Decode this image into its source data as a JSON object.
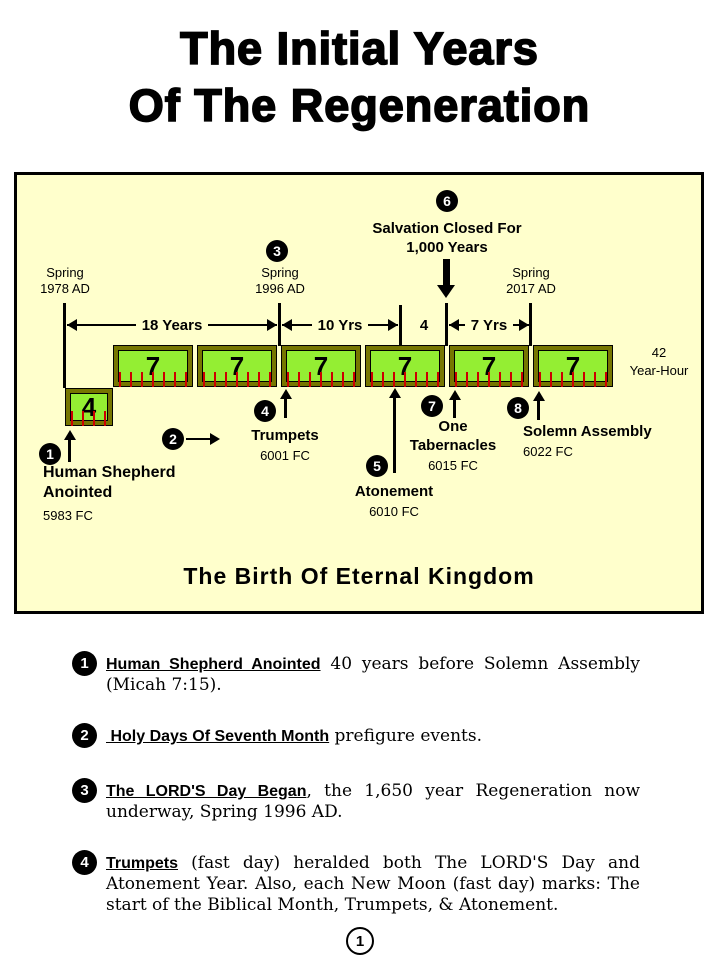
{
  "page": {
    "title_line1": "The Initial Years",
    "title_line2": "Of The Regeneration",
    "page_number": "1"
  },
  "diagram": {
    "colors": {
      "background": "#FFFFCC",
      "segment_green": "#94EE33",
      "segment_border_olive": "#767600",
      "tick_red": "#CC0000"
    },
    "top_callout": {
      "number": "6",
      "line1": "Salvation Closed For",
      "line2": "1,000 Years"
    },
    "markers": {
      "m1978": {
        "line1": "Spring",
        "line2": "1978 AD"
      },
      "m1996": {
        "number": "3",
        "line1": "Spring",
        "line2": "1996 AD"
      },
      "m2017": {
        "line1": "Spring",
        "line2": "2017 AD"
      }
    },
    "spans": {
      "s18": "18 Years",
      "s10": "10 Yrs",
      "s4": "4",
      "s7": "7 Yrs"
    },
    "ruler": {
      "segment_label": "7",
      "segment_count": 6,
      "ticks_per_segment": 7,
      "four_label": "4",
      "four_ticks": 4
    },
    "year_hour": {
      "line1": "42",
      "line2": "Year-Hour"
    },
    "events": {
      "e1": {
        "number": "1",
        "line1": "Human Shepherd",
        "line2": "Anointed",
        "date": "5983 FC"
      },
      "e2": {
        "number": "2"
      },
      "e4": {
        "number": "4",
        "line1": "Trumpets",
        "date": "6001 FC"
      },
      "e5": {
        "number": "5",
        "line1": "Atonement",
        "date": "6010 FC"
      },
      "e7": {
        "number": "7",
        "line1": "One",
        "line2": "Tabernacles",
        "date": "6015 FC"
      },
      "e8": {
        "number": "8",
        "line1": "Solemn Assembly",
        "date": "6022 FC"
      }
    },
    "footer_title": "The Birth Of Eternal Kingdom"
  },
  "notes": [
    {
      "number": "1",
      "lines": [
        {
          "head": "Human Shepherd Anointed",
          "rest": " 40 years before Solemn Assembly",
          "just": true
        },
        {
          "rest": "(Micah 7:15).",
          "just": false
        }
      ]
    },
    {
      "number": "2",
      "lines": [
        {
          "head": " Holy Days Of Seventh Month",
          "rest": " prefigure events.",
          "just": false
        }
      ]
    },
    {
      "number": "3",
      "lines": [
        {
          "head": "The LORD'S Day Began",
          "rest": ", the 1,650 year Regeneration now",
          "just": true
        },
        {
          "rest": "underway, Spring 1996 AD.",
          "just": false
        }
      ]
    },
    {
      "number": "4",
      "lines": [
        {
          "head": "Trumpets",
          "rest": " (fast day) heralded both The LORD'S Day and",
          "just": true
        },
        {
          "rest": "Atonement Year.  Also, each New Moon (fast day) marks:  The",
          "just": true
        },
        {
          "rest": "start of the Biblical Month, Trumpets, & Atonement.",
          "just": false
        }
      ]
    }
  ]
}
